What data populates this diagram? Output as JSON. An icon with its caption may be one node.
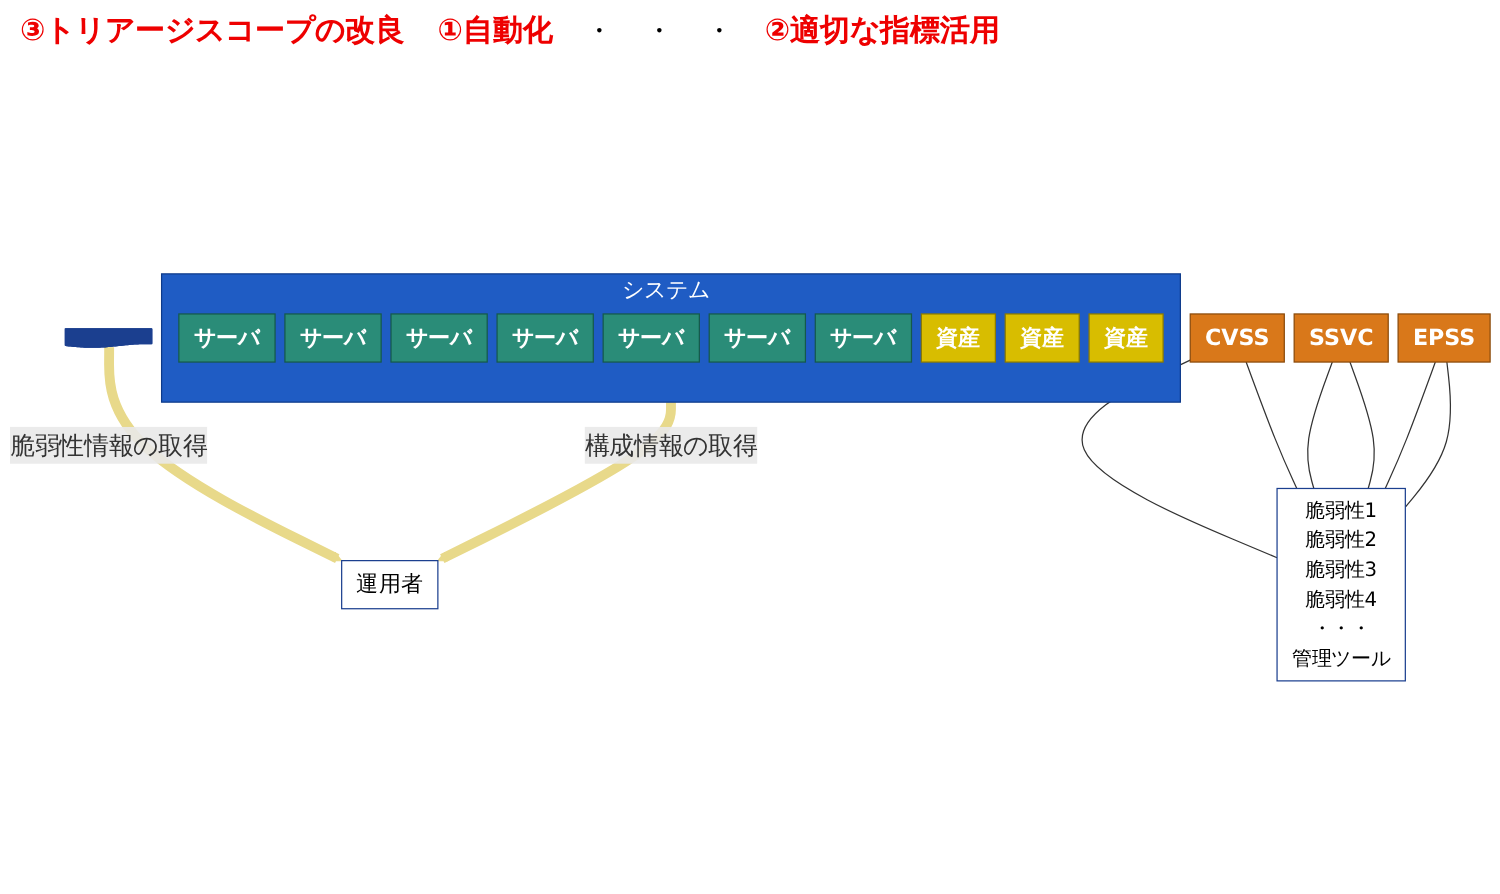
{
  "diagram": {
    "nodes": [
      {
        "text": [
          "システム"
        ]
      },
      {
        "text": [
          "サーバ"
        ],
        "in": 0
      },
      {
        "text": [
          "サーバ"
        ],
        "in": 0
      },
      {
        "text": [
          "サーバ"
        ],
        "in": 0
      },
      {
        "text": [
          "サーバ"
        ],
        "in": 0
      },
      {
        "text": [
          "サーバ"
        ],
        "in": 0
      },
      {
        "text": [
          "サーバ"
        ],
        "in": 0
      },
      {
        "text": [
          "サーバ"
        ],
        "in": 0
      },
      {
        "text": [
          "資産"
        ],
        "in": 0
      },
      {
        "text": [
          "資産"
        ],
        "in": 0
      },
      {
        "text": [
          "資産"
        ],
        "in": 0
      },
      {
        "text": [
          "運用者"
        ]
      },
      {
        "text": [],
        "shape": "document"
      },
      {
        "text": [
          "CVSS"
        ]
      },
      {
        "text": [
          "SSVC"
        ]
      },
      {
        "text": [
          "EPSS"
        ]
      },
      {
        "text": [
          "脆弱性1",
          "脆弱性2",
          "脆弱性3",
          "脆弱性4",
          "・・・",
          "管理ツール"
        ]
      }
    ],
    "edges": [
      {
        "from": 0,
        "to": 11,
        "arrow": "to",
        "label": "構成情報の取得",
        "style": "thick",
        "color": "#e8d98a"
      },
      {
        "from": 12,
        "to": 11,
        "arrow": "to",
        "label": "脆弱性情報の取得",
        "style": "thick",
        "color": "#e8d98a"
      },
      {
        "from": 13,
        "to": 16,
        "arrow": "none"
      },
      {
        "from": 13,
        "to": 16,
        "arrow": "none"
      },
      {
        "from": 14,
        "to": 16,
        "arrow": "none"
      },
      {
        "from": 14,
        "to": 16,
        "arrow": "none"
      },
      {
        "from": 15,
        "to": 16,
        "arrow": "none"
      },
      {
        "from": 15,
        "to": 16,
        "arrow": "none"
      }
    ],
    "labels": [
      "③トリアージスコープの改良",
      "①自動化",
      "・",
      "・",
      "・",
      "②適切な指標活用"
    ]
  }
}
